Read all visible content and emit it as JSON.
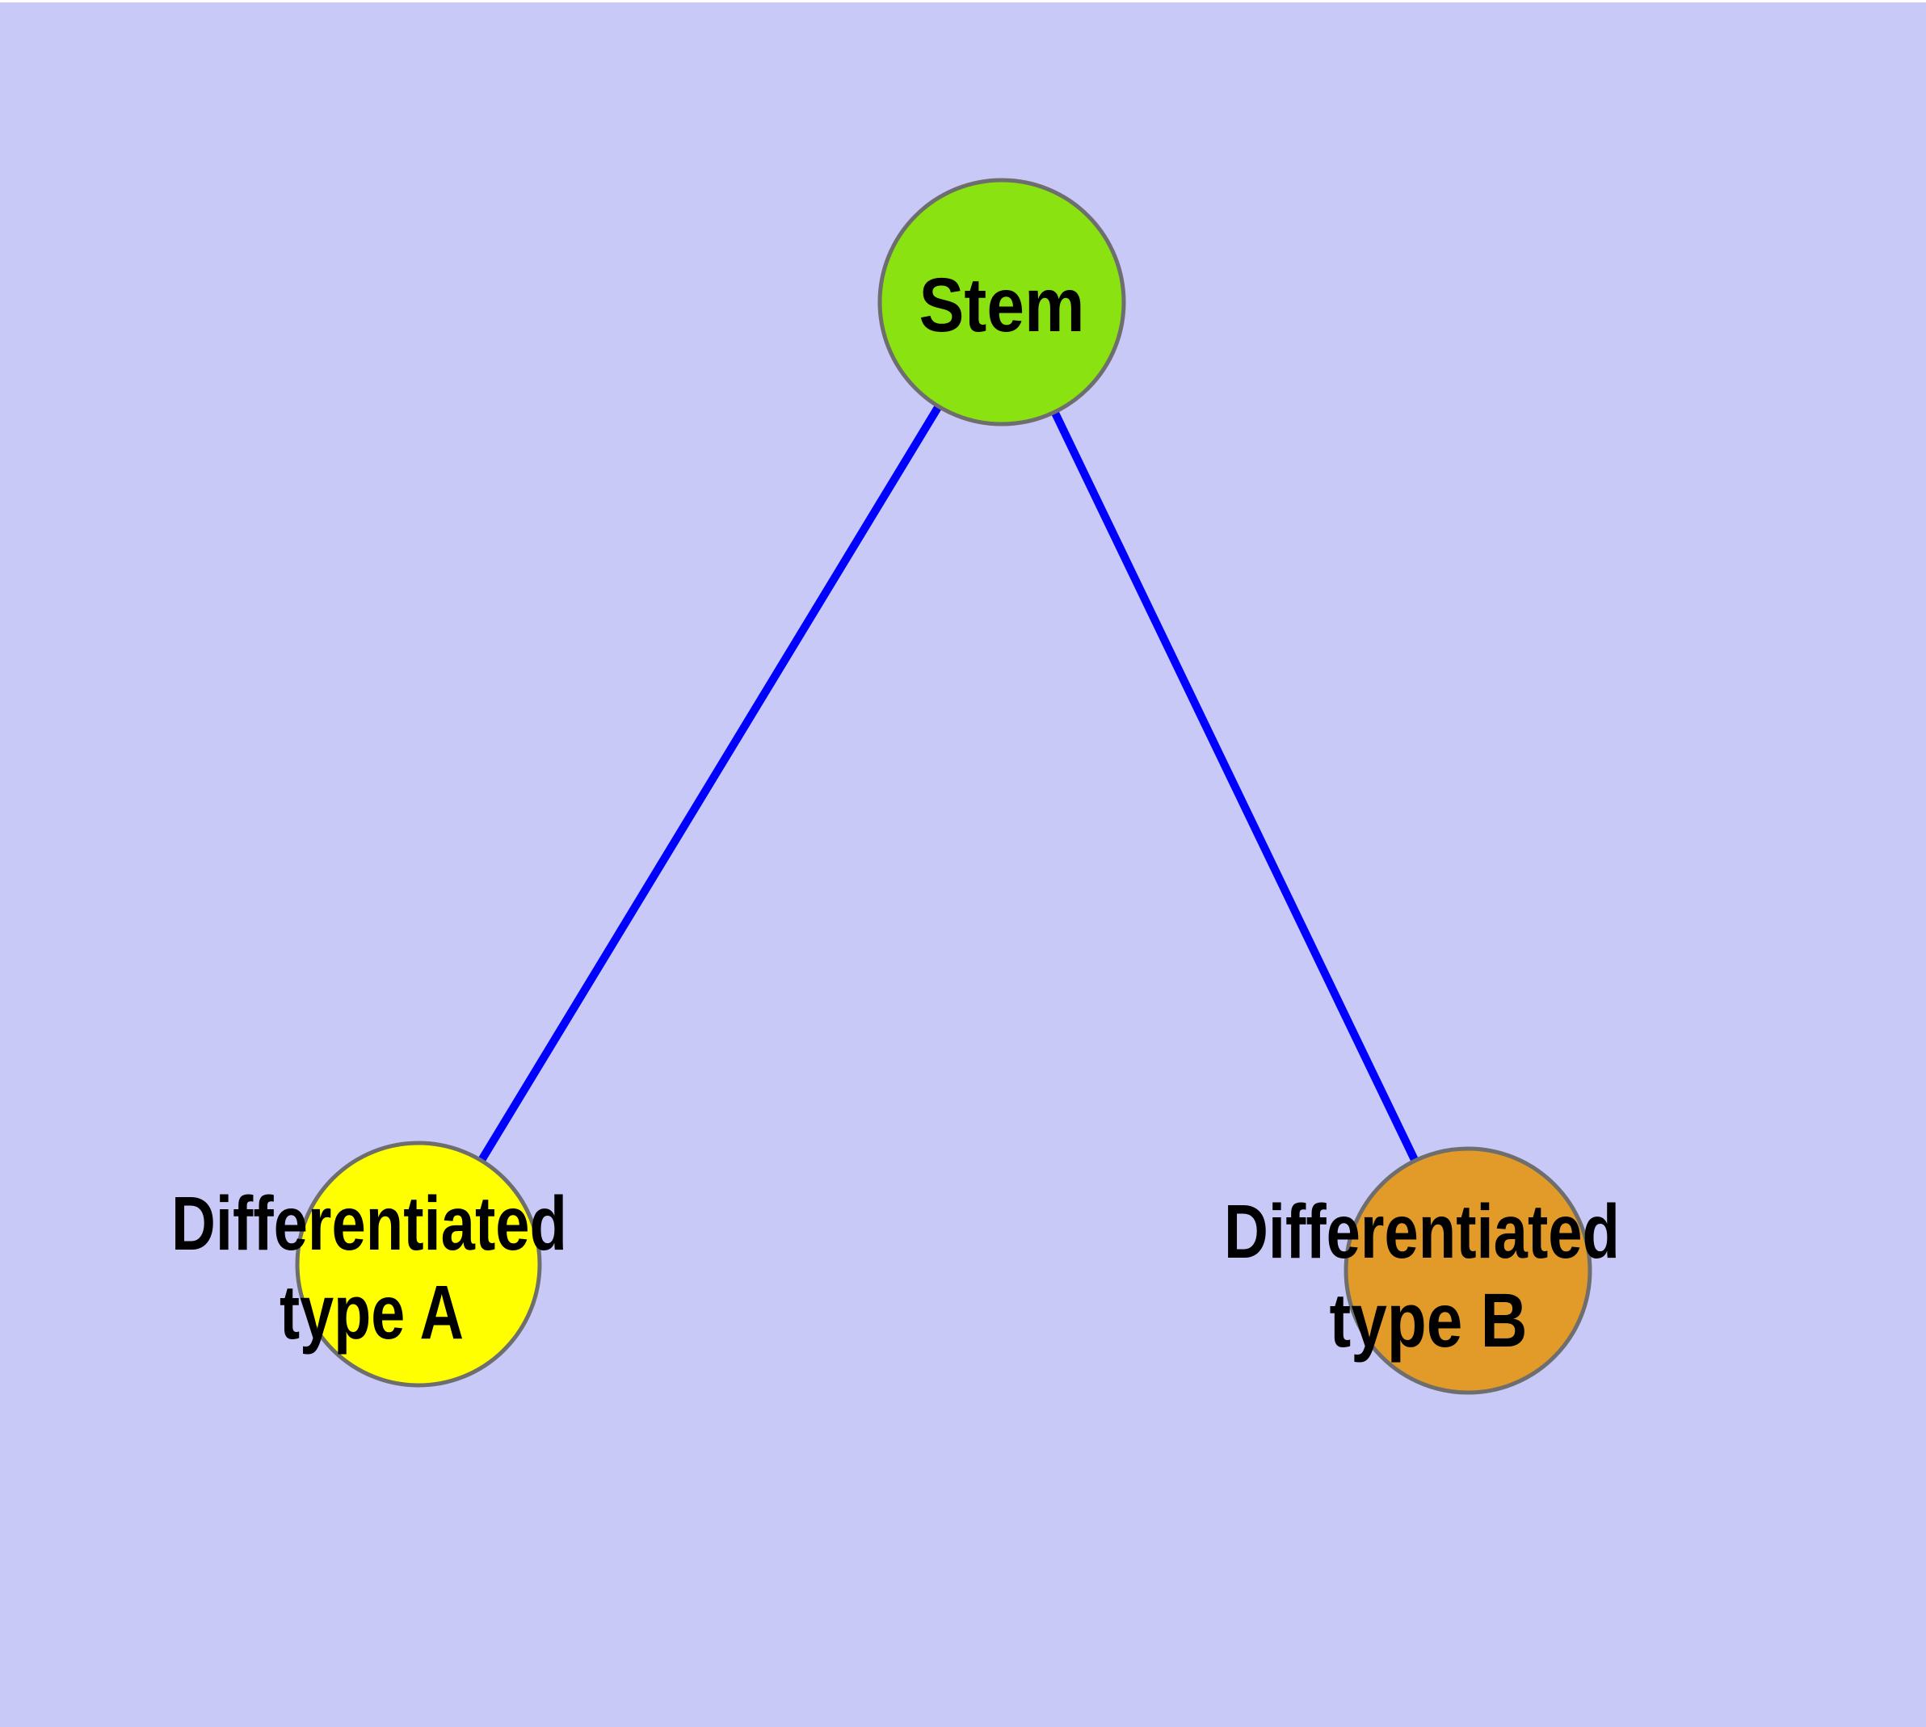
{
  "diagram": {
    "background_color": "#C9C9F8",
    "top_margin_color": "#FFFFFF",
    "edge_color": "#0000FF",
    "node_border_color": "#6E6E6E",
    "label_color": "#000000",
    "nodes": {
      "stem": {
        "label": "Stem",
        "fill": "#8BE211"
      },
      "type_a": {
        "label": "Differentiated type A",
        "lines": [
          "Differentiated",
          "type A"
        ],
        "fill": "#FFFF00"
      },
      "type_b": {
        "label": "Differentiated type B",
        "lines": [
          "Differentiated",
          "type B"
        ],
        "fill": "#E29B28"
      }
    },
    "edges": [
      {
        "from": "Stem",
        "to": "Differentiated type A"
      },
      {
        "from": "Stem",
        "to": "Differentiated type B"
      }
    ]
  }
}
